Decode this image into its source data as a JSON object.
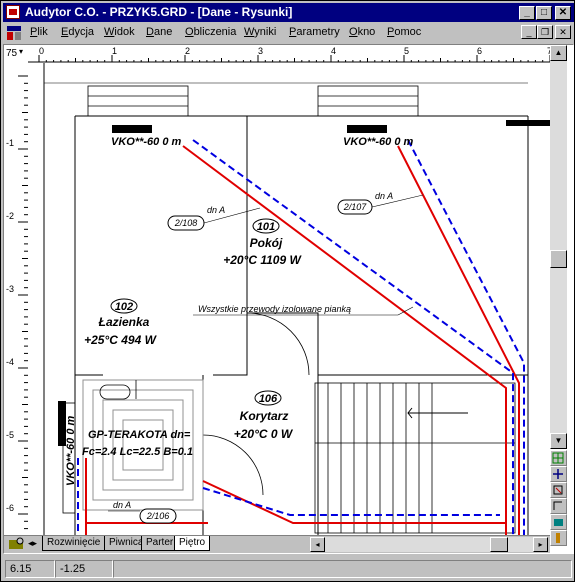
{
  "window": {
    "title": "Audytor C.O. - PRZYK5.GRD - [Dane - Rysunki]"
  },
  "title_buttons": {
    "minimize": "_",
    "maximize": "□",
    "close": "✕"
  },
  "menu": [
    {
      "label": "Plik",
      "u": "P",
      "rest": "lik"
    },
    {
      "label": "Edycja",
      "u": "E",
      "rest": "dycja"
    },
    {
      "label": "Widok",
      "u": "W",
      "rest": "idok"
    },
    {
      "label": "Dane",
      "u": "D",
      "rest": "ane"
    },
    {
      "label": "Obliczenia",
      "u": "O",
      "rest": "bliczenia"
    },
    {
      "label": "Wyniki",
      "u": "W",
      "rest": "yniki"
    },
    {
      "label": "Parametry",
      "u": "P",
      "rest": "arametry"
    },
    {
      "label": "Okno",
      "u": "O",
      "rest": "kno"
    },
    {
      "label": "Pomoc",
      "u": "P",
      "rest": "omoc"
    }
  ],
  "zoom": "75",
  "hruler_ticks": [
    "0",
    "1",
    "2",
    "3",
    "4",
    "5",
    "6",
    "7"
  ],
  "vruler_ticks": [
    "-1",
    "-2",
    "-3",
    "-4",
    "-5",
    "-6"
  ],
  "drawing": {
    "radiator_top_left": "VKO**-60 0 m",
    "radiator_top_right": "VKO**-60 0 m",
    "radiator_left": "VKO**-60 0 m",
    "room_101": {
      "num": "101",
      "name": "Pokój",
      "info": "+20°C 1109 W"
    },
    "room_102": {
      "num": "102",
      "name": "Łazienka",
      "info": "+25°C 494 W"
    },
    "room_106": {
      "num": "106",
      "name": "Korytarz",
      "info": "+20°C 0 W"
    },
    "pipe_108": "2/108",
    "pipe_107": "2/107",
    "pipe_106": "2/106",
    "dn_a_1": "dn  A",
    "dn_a_2": "dn  A",
    "dn_a_3": "dn  A",
    "note": "Wszystkie przewody izolowane pianką",
    "floor_heating_1": "GP-TERAKOTA dn=",
    "floor_heating_2": "Fc=2.4 Lc=22.5 B=0.1"
  },
  "tabs": [
    "Rozwinięcie",
    "Piwnica",
    "Parter",
    "Piętro"
  ],
  "status": {
    "x": "6.15",
    "y": "-1.25"
  },
  "colors": {
    "supply": "#e00000",
    "return": "#0000e0",
    "title": "#000080"
  }
}
